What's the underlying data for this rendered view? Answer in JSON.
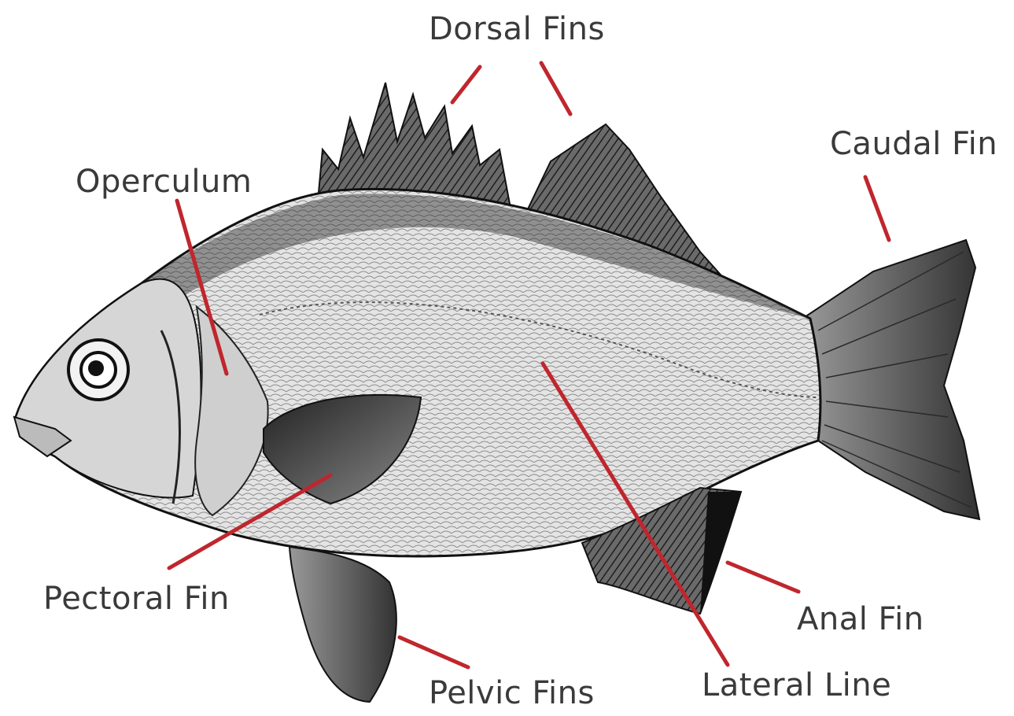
{
  "labels": {
    "dorsal_fins": "Dorsal Fins",
    "caudal_fin": "Caudal Fin",
    "operculum": "Operculum",
    "pectoral_fin": "Pectoral Fin",
    "anal_fin": "Anal Fin",
    "pelvic_fins": "Pelvic Fins",
    "lateral_line": "Lateral Line"
  },
  "colors": {
    "leader_line": "#c0262d",
    "label_text": "#3a3a3a",
    "fish_outline": "#1a1a1a",
    "fin_shade": "#4a4a4a",
    "body_fill": "#dcdcdc"
  }
}
